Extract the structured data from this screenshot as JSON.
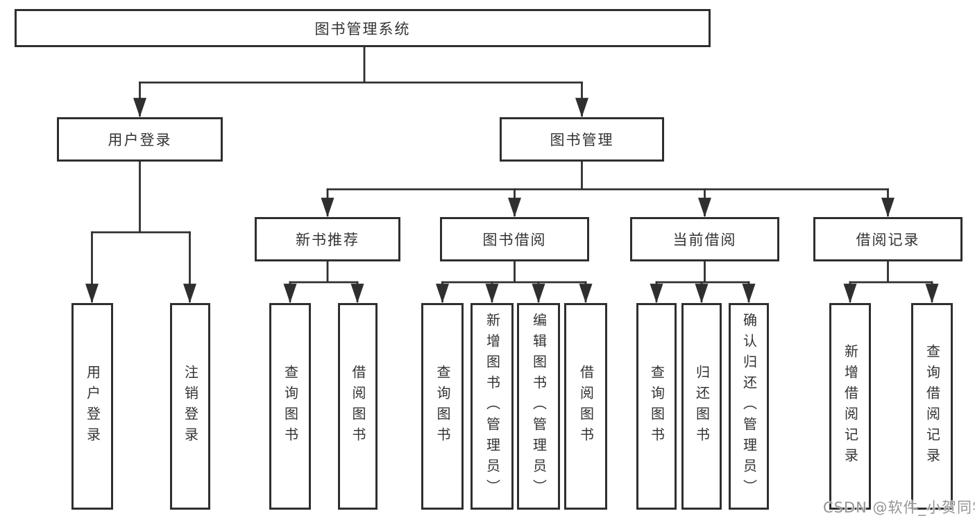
{
  "diagram": {
    "type": "hierarchy-tree",
    "colors": {
      "line": "#2f2f2f",
      "box_border": "#2f2f2f",
      "text": "#333333",
      "background": "#ffffff",
      "watermark": "#8f8f8f"
    },
    "tree": {
      "label": "图书管理系统",
      "children": [
        {
          "label": "用户登录",
          "children": [
            {
              "label": "用户登录"
            },
            {
              "label": "注销登录"
            }
          ]
        },
        {
          "label": "图书管理",
          "children": [
            {
              "label": "新书推荐",
              "children": [
                {
                  "label": "查询图书"
                },
                {
                  "label": "借阅图书"
                }
              ]
            },
            {
              "label": "图书借阅",
              "children": [
                {
                  "label": "查询图书"
                },
                {
                  "label": "新增图书（管理员）"
                },
                {
                  "label": "编辑图书（管理员）"
                },
                {
                  "label": "借阅图书"
                }
              ]
            },
            {
              "label": "当前借阅",
              "children": [
                {
                  "label": "查询图书"
                },
                {
                  "label": "归还图书"
                },
                {
                  "label": "确认归还（管理员）"
                }
              ]
            },
            {
              "label": "借阅记录",
              "children": [
                {
                  "label": "新增借阅记录"
                },
                {
                  "label": "查询借阅记录"
                }
              ]
            }
          ]
        }
      ]
    },
    "watermark": {
      "text": "CSDN @软件_小贺同学"
    }
  }
}
